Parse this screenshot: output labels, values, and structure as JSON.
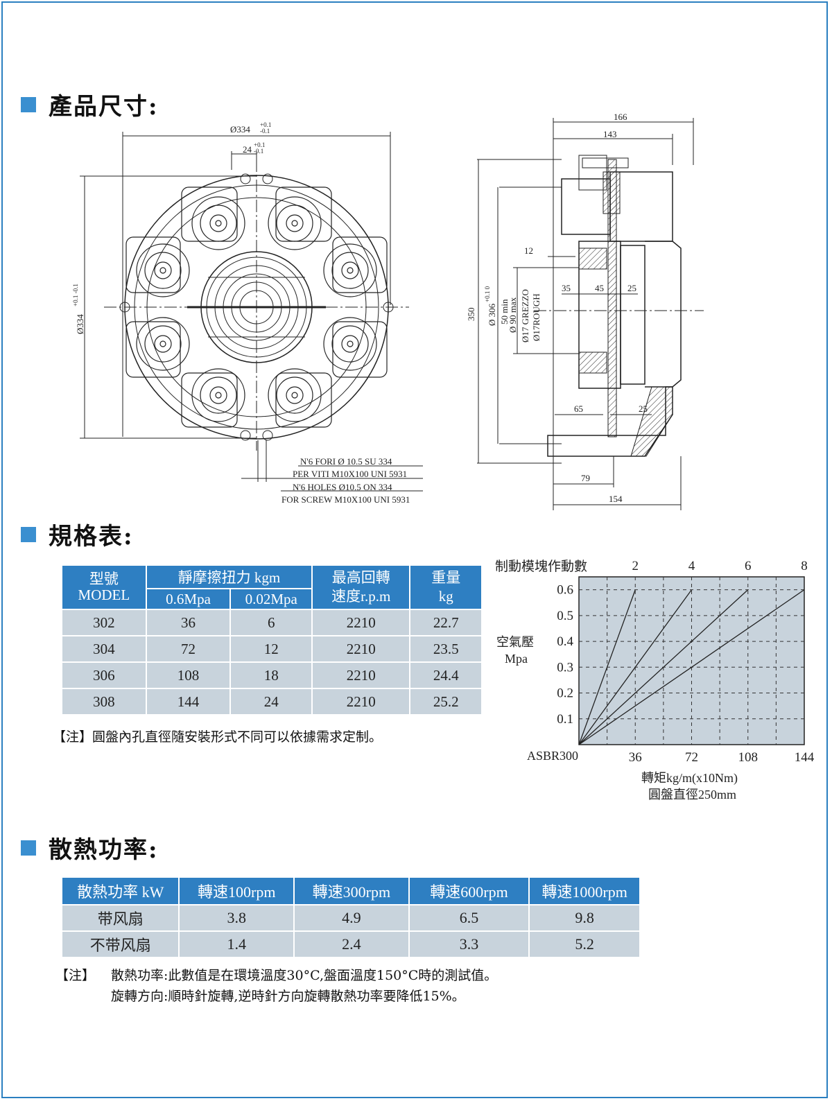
{
  "section1": {
    "title": "產品尺寸:"
  },
  "drawing": {
    "front": {
      "dia_top": "Ø334",
      "dia_top_tol_up": "+0.1",
      "dia_top_tol_dn": "-0.1",
      "w24": "24",
      "w24_tol_up": "+0.1",
      "w24_tol_dn": "-0.1",
      "dia_left": "Ø334",
      "dia_left_tol": "+0.1 -0.1",
      "note1": "N'6 FORI Ø 10.5 SU   334",
      "note2": "PER VITI M10X100 UNI 5931",
      "note3": "N'6 HOLES  Ø10.5 ON   334",
      "note4": "FOR SCREW M10X100 UNI 5931"
    },
    "side": {
      "d166": "166",
      "d143": "143",
      "d12": "12",
      "d35": "35",
      "d45": "45",
      "d25a": "25",
      "d65": "65",
      "d25b": "25",
      "d79": "79",
      "d154": "154",
      "d350": "350",
      "d306": "Ø 306",
      "d306_tol": "+0.1 0",
      "d50": "50 min",
      "d90": "Ø 90 max",
      "d17g": "Ø17 GREZZO",
      "d17r": "Ø17ROUGH"
    }
  },
  "section2": {
    "title": "規格表:"
  },
  "spec_table": {
    "h_model": "型號",
    "h_model_en": "MODEL",
    "h_torque": "靜摩擦扭力 kgm",
    "h_p1": "0.6Mpa",
    "h_p2": "0.02Mpa",
    "h_speed1": "最高回轉",
    "h_speed2": "速度r.p.m",
    "h_weight1": "重量",
    "h_weight2": "kg",
    "rows": [
      [
        "302",
        "36",
        "6",
        "2210",
        "22.7"
      ],
      [
        "304",
        "72",
        "12",
        "2210",
        "23.5"
      ],
      [
        "306",
        "108",
        "18",
        "2210",
        "24.4"
      ],
      [
        "308",
        "144",
        "24",
        "2210",
        "25.2"
      ]
    ]
  },
  "spec_note": "【注】圓盤內孔直徑隨安裝形式不同可以依據需求定制。",
  "chart_labels": {
    "top_caption": "制動模塊作動數",
    "ylabel1": "空氣壓",
    "ylabel2": "Mpa",
    "origin": "ASBR300",
    "xlabel1": "轉矩kg/m(x10Nm)",
    "xlabel2": "圓盤直徑250mm"
  },
  "chart_data": {
    "type": "line",
    "x": [
      0,
      36,
      72,
      108,
      144
    ],
    "x_ticks": [
      "36",
      "72",
      "108",
      "144"
    ],
    "top_ticks": [
      "2",
      "4",
      "6",
      "8"
    ],
    "y_ticks": [
      "0.1",
      "0.2",
      "0.3",
      "0.4",
      "0.5",
      "0.6"
    ],
    "xlim": [
      0,
      144
    ],
    "ylim": [
      0,
      0.65
    ],
    "grid": true,
    "series": [
      {
        "name": "2",
        "points": [
          [
            0,
            0
          ],
          [
            36,
            0.6
          ]
        ]
      },
      {
        "name": "4",
        "points": [
          [
            0,
            0
          ],
          [
            72,
            0.6
          ]
        ]
      },
      {
        "name": "6",
        "points": [
          [
            0,
            0
          ],
          [
            108,
            0.6
          ]
        ]
      },
      {
        "name": "8",
        "points": [
          [
            0,
            0
          ],
          [
            144,
            0.6
          ]
        ]
      }
    ],
    "colors": {
      "plot_bg": "#c8d3dc"
    }
  },
  "section3": {
    "title": "散熱功率:"
  },
  "heat_table": {
    "headers": [
      "散熱功率 kW",
      "轉速100rpm",
      "轉速300rpm",
      "轉速600rpm",
      "轉速1000rpm"
    ],
    "rows": [
      [
        "带风扇",
        "3.8",
        "4.9",
        "6.5",
        "9.8"
      ],
      [
        "不带风扇",
        "1.4",
        "2.4",
        "3.3",
        "5.2"
      ]
    ]
  },
  "heat_note_label": "【注】",
  "heat_note_1": "散熱功率:此數值是在環境溫度30°C,盤面溫度150°C時的測試值。",
  "heat_note_2": "旋轉方向:順時針旋轉,逆時針方向旋轉散熱功率要降低15%。",
  "colors": {
    "accent": "#2e7fc2",
    "row_bg": "#c8d3dc",
    "border": "#2a7fc0"
  }
}
